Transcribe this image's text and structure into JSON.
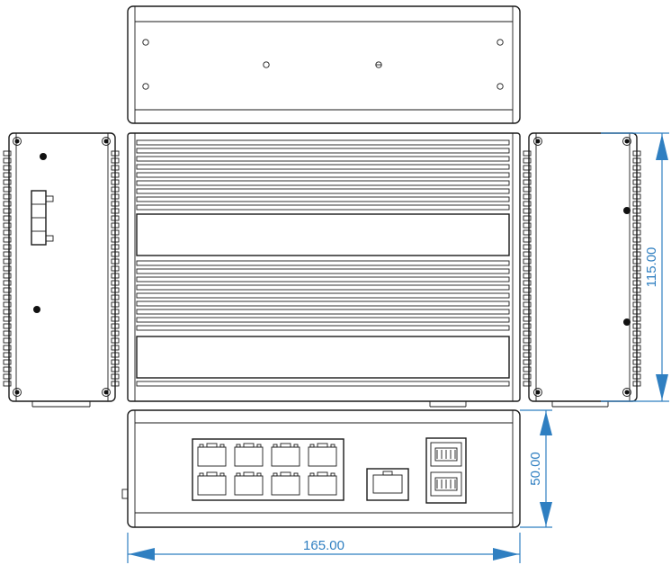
{
  "dimensions": {
    "width": "165.00",
    "depth": "115.00",
    "height": "50.00"
  },
  "colors": {
    "line": "#1a1a1a",
    "dimension": "#2f7fc1",
    "background": "#ffffff"
  },
  "views": [
    "top-view",
    "left-side-view",
    "front-heatsink-view",
    "right-side-view",
    "port-panel-view"
  ],
  "ports": {
    "rj45_count": 8,
    "console_count": 1,
    "sfp_count": 2
  }
}
